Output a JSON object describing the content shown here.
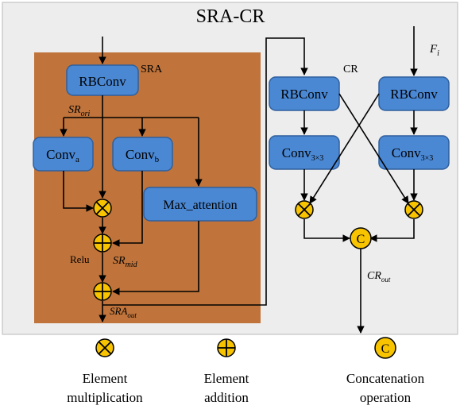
{
  "title": "SRA-CR",
  "sra": {
    "label": "SRA",
    "rbconv": "RBConv",
    "sr_ori": {
      "base": "SR",
      "sub": "ori"
    },
    "conv_a": {
      "base": "Conv",
      "sub": "a"
    },
    "conv_b": {
      "base": "Conv",
      "sub": "b"
    },
    "max_attention": "Max_attention",
    "relu": "Relu",
    "sr_mid": {
      "base": "SR",
      "sub": "mid"
    },
    "sra_out": {
      "base": "SRA",
      "sub": "out"
    }
  },
  "cr": {
    "label": "CR",
    "rbconv_left": "RBConv",
    "rbconv_right": "RBConv",
    "conv_left": {
      "base": "Conv",
      "sub": "3×3"
    },
    "conv_right": {
      "base": "Conv",
      "sub": "3×3"
    },
    "fi": {
      "base": "F",
      "sub": "i"
    },
    "cr_out": {
      "base": "CR",
      "sub": "out"
    },
    "concat_symbol": "C"
  },
  "legend": {
    "mult_line1": "Element",
    "mult_line2": "multiplication",
    "add_line1": "Element",
    "add_line2": "addition",
    "concat_symbol": "C",
    "concat_line1": "Concatenation",
    "concat_line2": "operation"
  },
  "colors": {
    "panel_bg": "#ededed",
    "sra_bg": "#c0743b",
    "box_fill": "#4a88d4",
    "operator_fill": "#f8c400"
  }
}
